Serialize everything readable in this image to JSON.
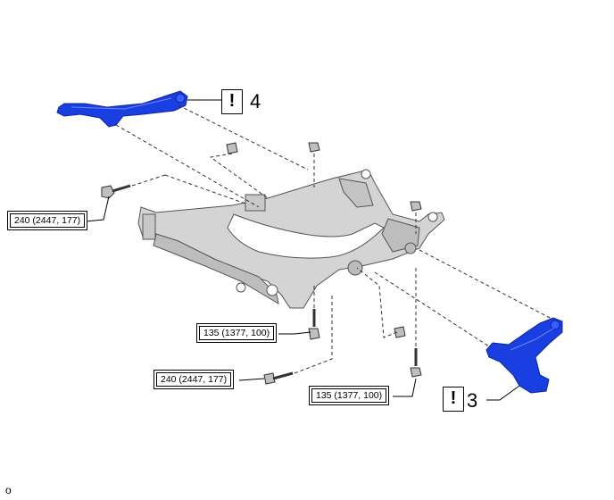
{
  "colors": {
    "arm": "#1a3fe0",
    "arm_dark": "#0c24a8",
    "frame": "#d4d4d4",
    "frame_edge": "#555555"
  },
  "callouts": [
    {
      "id": "upper_arm",
      "alert": "!",
      "number": "4"
    },
    {
      "id": "lower_arm",
      "alert": "!",
      "number": "3"
    }
  ],
  "torque_specs": [
    {
      "id": "left_bolt",
      "text": "240 (2447, 177)"
    },
    {
      "id": "center_bolt_upper",
      "text": "135 (1377, 100)"
    },
    {
      "id": "center_bolt_lower",
      "text": "240 (2447, 177)"
    },
    {
      "id": "right_bolt",
      "text": "135 (1377, 100)"
    }
  ],
  "footer": "o"
}
